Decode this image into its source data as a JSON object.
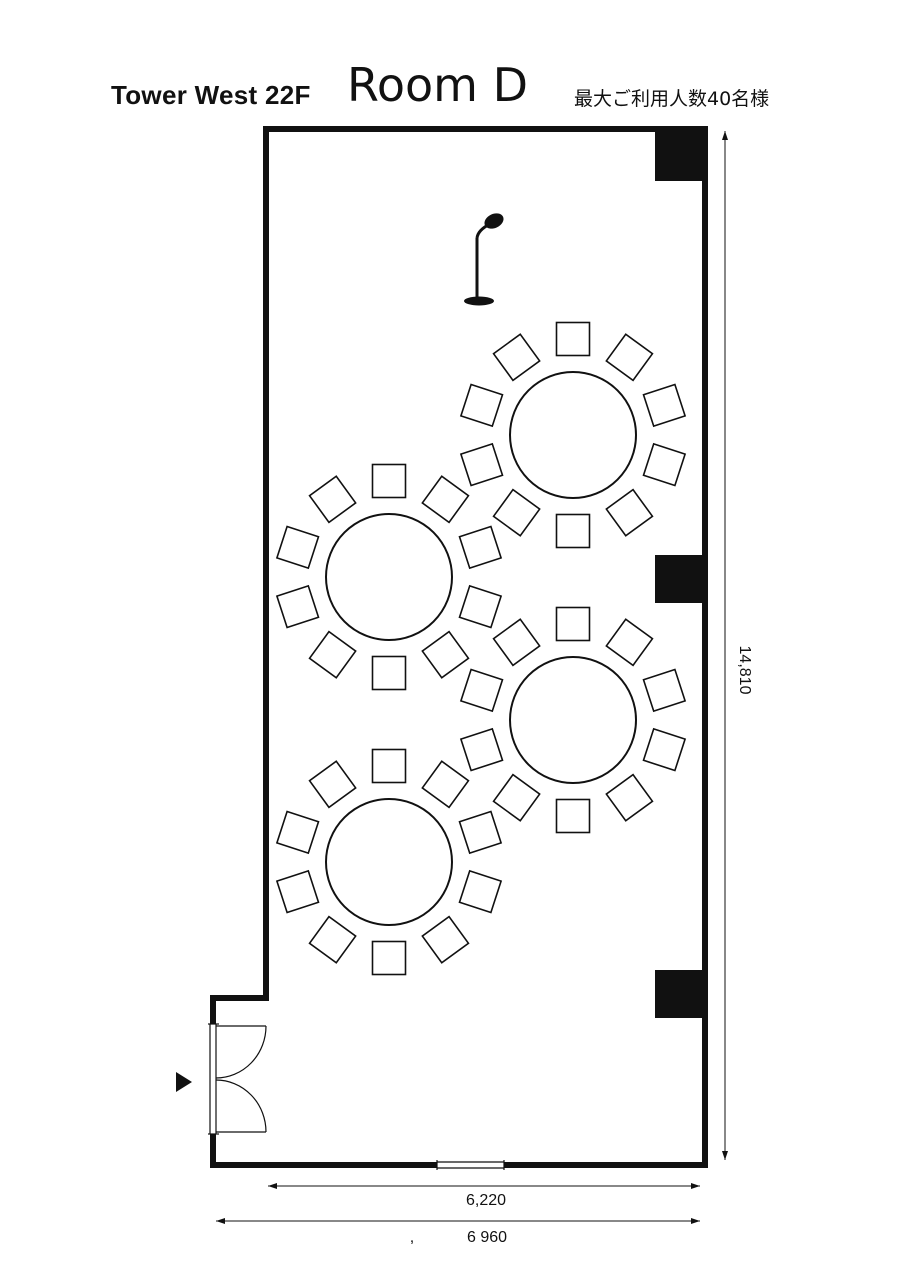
{
  "title": {
    "building": "Tower West 22F",
    "room": "Room D",
    "capacity": "最大ご利用人数40名様"
  },
  "dimensions": {
    "height_label": "14,810",
    "inner_width_label": "6,220",
    "outer_width_label": "6 960",
    "outer_width_mark": ","
  },
  "layout": {
    "table_count": 4,
    "chairs_per_table": 10
  },
  "icons": {
    "entrance": "entrance-arrow-icon",
    "microphone": "microphone-stand-icon"
  },
  "colors": {
    "ink": "#111111",
    "background": "#ffffff"
  }
}
